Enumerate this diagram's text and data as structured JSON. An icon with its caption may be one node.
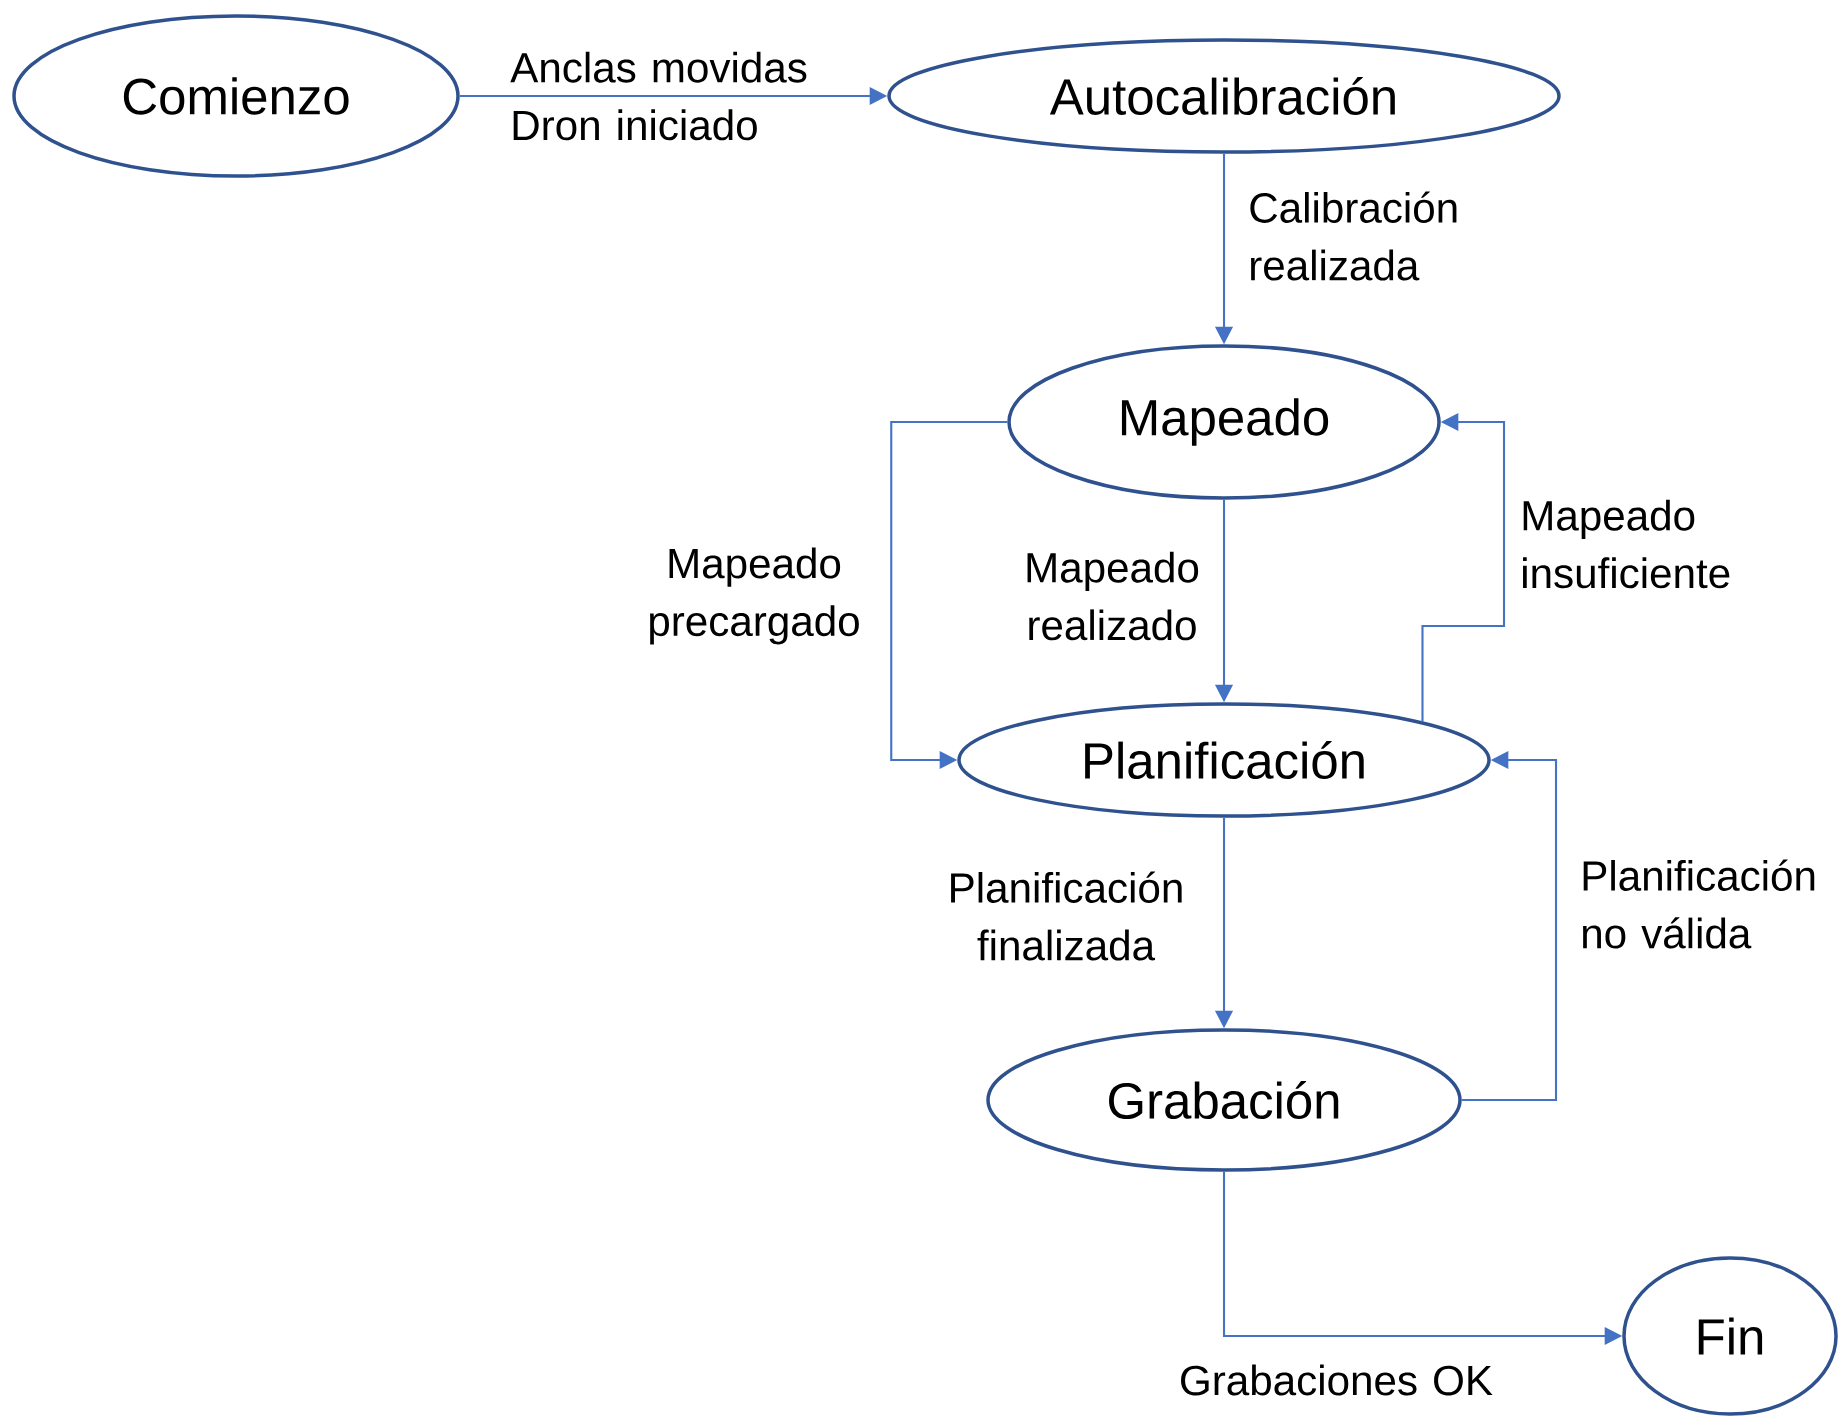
{
  "diagram": {
    "nodes": [
      {
        "text": [
          "Comienzo"
        ]
      },
      {
        "text": [
          "Autocalibración"
        ]
      },
      {
        "text": [
          "Mapeado"
        ]
      },
      {
        "text": [
          "Planificación"
        ]
      },
      {
        "text": [
          "Grabación"
        ]
      },
      {
        "text": [
          "Fin"
        ]
      }
    ],
    "edges": [
      {
        "from": 0,
        "to": 1,
        "arrow": "to",
        "label": "Anclas movidas Dron iniciado"
      },
      {
        "from": 1,
        "to": 2,
        "arrow": "to",
        "label": "Calibración realizada"
      },
      {
        "from": 2,
        "to": 3,
        "arrow": "to",
        "label": "Mapeado realizado"
      },
      {
        "from": 2,
        "to": 3,
        "arrow": "to",
        "label": "Mapeado precargado"
      },
      {
        "from": 3,
        "to": 2,
        "arrow": "to",
        "label": "Mapeado insuficiente"
      },
      {
        "from": 3,
        "to": 4,
        "arrow": "to",
        "label": "Planificación finalizada"
      },
      {
        "from": 4,
        "to": 3,
        "arrow": "to",
        "label": "Planificación no válida"
      },
      {
        "from": 4,
        "to": 5,
        "arrow": "to",
        "label": "Grabaciones OK"
      }
    ]
  }
}
